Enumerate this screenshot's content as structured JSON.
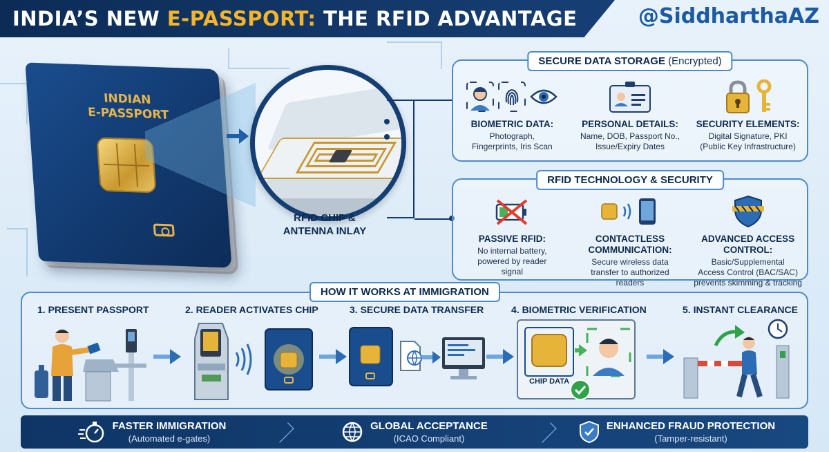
{
  "header": {
    "title_prefix": "INDIA’S NEW ",
    "title_highlight": "E-PASSPORT:",
    "title_suffix": " THE RFID ADVANTAGE",
    "handle": "@SiddharthaAZ"
  },
  "passport": {
    "cover_line1": "INDIAN",
    "cover_line2": "E-PASSPORT",
    "chip_label_line1": "RFID CHIP &",
    "chip_label_line2": "ANTENNA INLAY"
  },
  "storage": {
    "title": "SECURE DATA STORAGE",
    "title_note": "(Encrypted)",
    "items": [
      {
        "heading": "BIOMETRIC DATA:",
        "line1": "Photograph,",
        "line2": "Fingerprints, Iris Scan",
        "icons": [
          "face-icon",
          "fingerprint-icon",
          "eye-icon"
        ]
      },
      {
        "heading": "PERSONAL DETAILS:",
        "line1": "Name, DOB, Passport No.,",
        "line2": "Issue/Expiry Dates",
        "icons": [
          "id-card-icon"
        ]
      },
      {
        "heading": "SECURITY ELEMENTS:",
        "line1": "Digital Signature, PKI",
        "line2": "(Public Key Infrastructure)",
        "icons": [
          "padlock-icon",
          "key-icon"
        ]
      }
    ]
  },
  "rfid": {
    "title": "RFID TECHNOLOGY & SECURITY",
    "items": [
      {
        "heading1": "PASSIVE RFID:",
        "heading2": "",
        "line1": "No internal battery,",
        "line2": "powered by reader",
        "line3": "signal"
      },
      {
        "heading1": "CONTACTLESS",
        "heading2": "COMMUNICATION:",
        "line1": "Secure wireless data",
        "line2": "transfer to authorized",
        "line3": "readers"
      },
      {
        "heading1": "ADVANCED ACCESS",
        "heading2": "CONTROL:",
        "line1": "Basic/Supplemental",
        "line2": "Access Control (BAC/SAC)",
        "line3": "prevents skimming & tracking"
      }
    ]
  },
  "immigration": {
    "title": "HOW IT WORKS AT IMMIGRATION",
    "steps": [
      {
        "label": "1. PRESENT PASSPORT"
      },
      {
        "label": "2. READER ACTIVATES CHIP"
      },
      {
        "label": "3. SECURE DATA TRANSFER"
      },
      {
        "label": "4. BIOMETRIC VERIFICATION"
      },
      {
        "label": "5. INSTANT CLEARANCE"
      }
    ],
    "chip_data_label": "CHIP DATA"
  },
  "footer": [
    {
      "title": "FASTER IMMIGRATION",
      "subtitle": "(Automated e-gates)",
      "icon": "stopwatch-icon"
    },
    {
      "title": "GLOBAL ACCEPTANCE",
      "subtitle": "(ICAO Compliant)",
      "icon": "globe-icon"
    },
    {
      "title": "ENHANCED FRAUD PROTECTION",
      "subtitle": "(Tamper-resistant)",
      "icon": "shield-check-icon"
    }
  ],
  "colors": {
    "navy": "#0d2a4d",
    "accent_gold": "#f4b52a",
    "panel_border": "#4e8bc6",
    "passport_blue": "#1a4d8e"
  }
}
